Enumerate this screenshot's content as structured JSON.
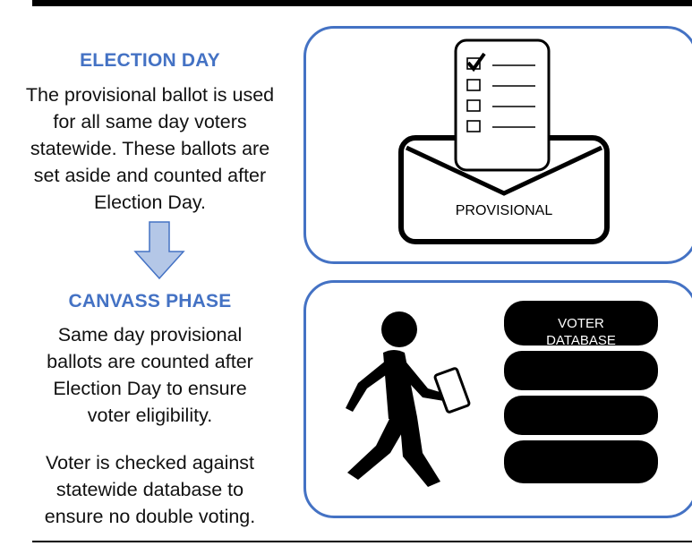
{
  "election_day": {
    "heading": "ELECTION DAY",
    "text": "The provisional ballot is used\nfor all same day voters\nstatewide. These ballots are\nset aside and counted after\nElection Day."
  },
  "canvass_phase": {
    "heading": "CANVASS PHASE",
    "text": "Same day provisional\nballots are counted after\nElection Day to ensure\nvoter eligibility.",
    "text2": "Voter is checked against\nstatewide database to\nensure no double voting."
  },
  "envelope": {
    "label": "PROVISIONAL"
  },
  "database": {
    "label_line1": "VOTER",
    "label_line2": "DATABASE"
  },
  "colors": {
    "accent": "#4472c4",
    "arrow_fill": "#b4c7e7",
    "ink": "#000000"
  },
  "icons": [
    "down-arrow-icon",
    "ballot-envelope-icon",
    "checkmark-icon",
    "walking-person-icon",
    "database-icon"
  ]
}
